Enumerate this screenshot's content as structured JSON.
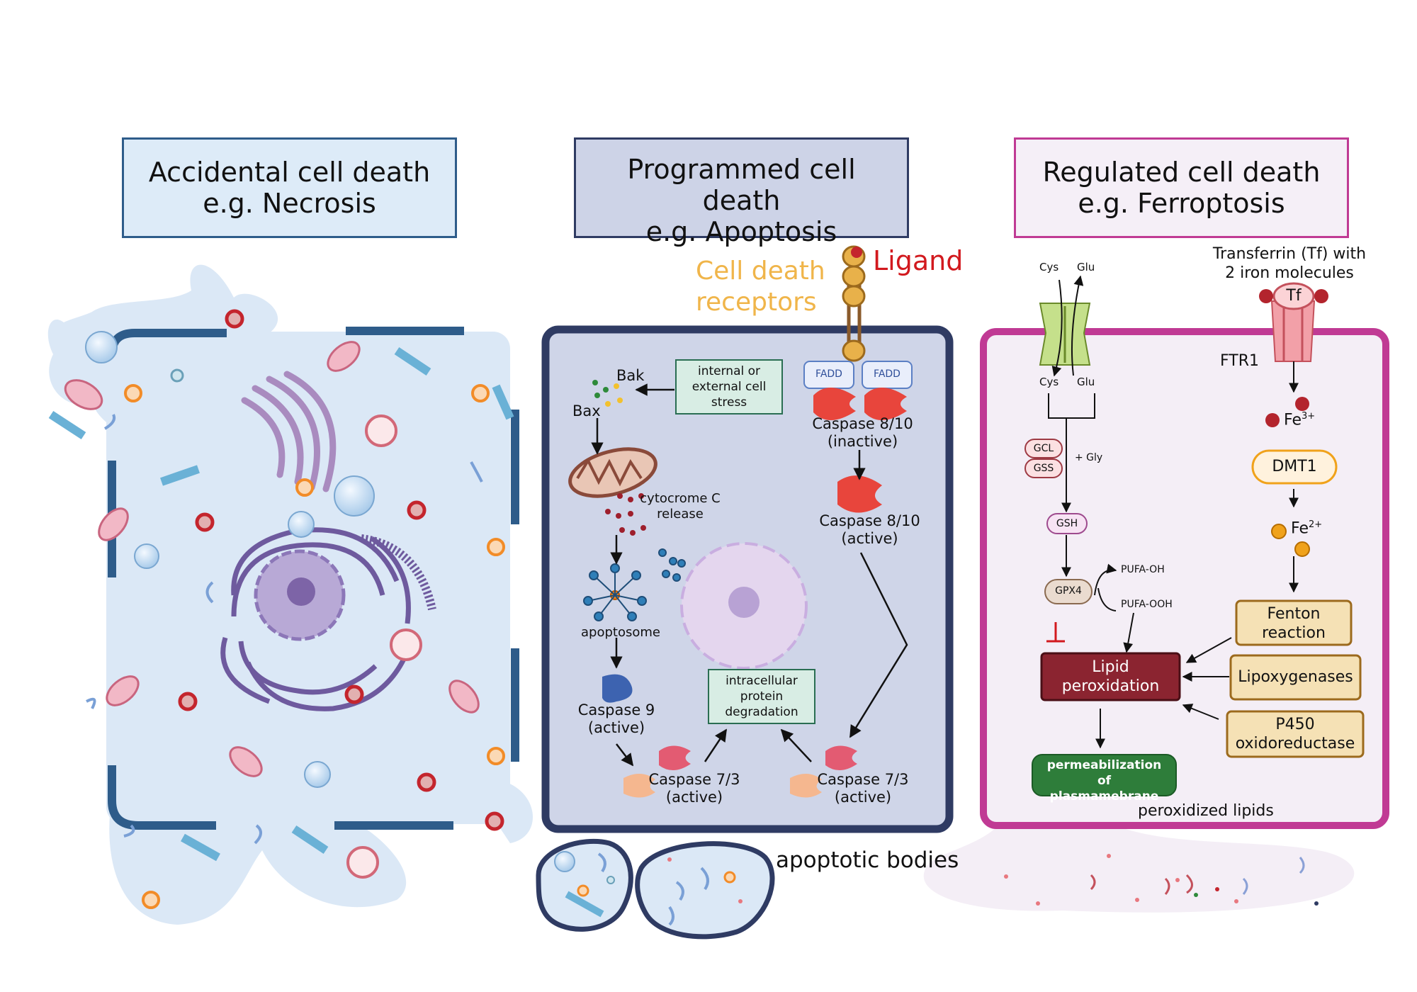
{
  "panels": {
    "necrosis": {
      "title_line1": "Accidental cell death",
      "title_line2": "e.g. Necrosis"
    },
    "apoptosis": {
      "title_line1": "Programmed cell",
      "title_line2": "death",
      "title_line3": "e.g. Apoptosis",
      "ligand": "Ligand",
      "receptors_line1": "Cell death",
      "receptors_line2": "receptors",
      "fadd": "FADD",
      "stress": [
        "internal or",
        "external cell",
        "stress"
      ],
      "bak": "Bak",
      "bax": "Bax",
      "cytochrome": [
        "cytocrome C",
        "release"
      ],
      "apoptosome": "apoptosome",
      "casp810_inactive": [
        "Caspase 8/10",
        "(inactive)"
      ],
      "casp810_active": [
        "Caspase 8/10",
        "(active)"
      ],
      "casp9": [
        "Caspase 9",
        "(active)"
      ],
      "casp73": [
        "Caspase 7/3",
        "(active)"
      ],
      "degradation": [
        "intracellular",
        "protein",
        "degradation"
      ],
      "apoptotic_bodies": "apoptotic bodies"
    },
    "ferroptosis": {
      "title_line1": "Regulated cell death",
      "title_line2": "e.g. Ferroptosis",
      "transferrin": [
        "Transferrin (Tf) with",
        "2 iron molecules"
      ],
      "tf": "Tf",
      "ftr1": "FTR1",
      "cys": "Cys",
      "glu": "Glu",
      "fe3": "Fe",
      "fe3_sup": "3+",
      "fe2": "Fe",
      "fe2_sup": "2+",
      "dmt1": "DMT1",
      "gcl": "GCL",
      "gss": "GSS",
      "gly": "+ Gly",
      "gsh": "GSH",
      "gpx4": "GPX4",
      "pufa_oh": "PUFA-OH",
      "pufa_ooh": "PUFA-OOH",
      "lipid_perox": [
        "Lipid",
        "peroxidation"
      ],
      "fenton": [
        "Fenton",
        "reaction"
      ],
      "lipoxygenases": "Lipoxygenases",
      "p450": [
        "P450",
        "oxidoreductase"
      ],
      "permeabilization": [
        "permeabilization",
        "of",
        "plasmamebrane"
      ],
      "peroxidized": "peroxidized lipids"
    }
  },
  "colors": {
    "necrosis_border": "#2e5c8a",
    "apoptosis_border": "#2f3b63",
    "ferroptosis_border": "#c03a94",
    "ligand_red": "#d2191e",
    "receptor_orange": "#f0b54a",
    "lipid_box": "#8b2430",
    "permeabilization_box": "#2e7d3a"
  }
}
